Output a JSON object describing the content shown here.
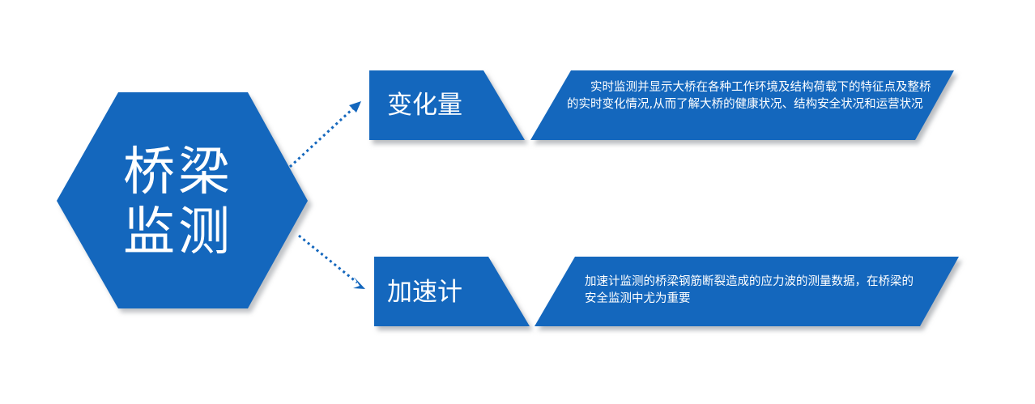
{
  "diagram": {
    "center": {
      "line1": "桥梁",
      "line2": "监测"
    },
    "items": [
      {
        "label": "变化量",
        "description": "实时监测并显示大桥在各种工作环境及结构荷载下的特征点及整桥的实时变化情况,从而了解大桥的健康状况、结构安全状况和运营状况"
      },
      {
        "label": "加速计",
        "description": "加速计监测的桥梁钢筋断裂造成的应力波的测量数据，在桥梁的安全监测中尤为重要"
      }
    ]
  },
  "colors": {
    "fill": "#1467BD",
    "shadow": "#B9BCC0",
    "arrow": "#1467BD",
    "text": "#FFFFFF"
  }
}
